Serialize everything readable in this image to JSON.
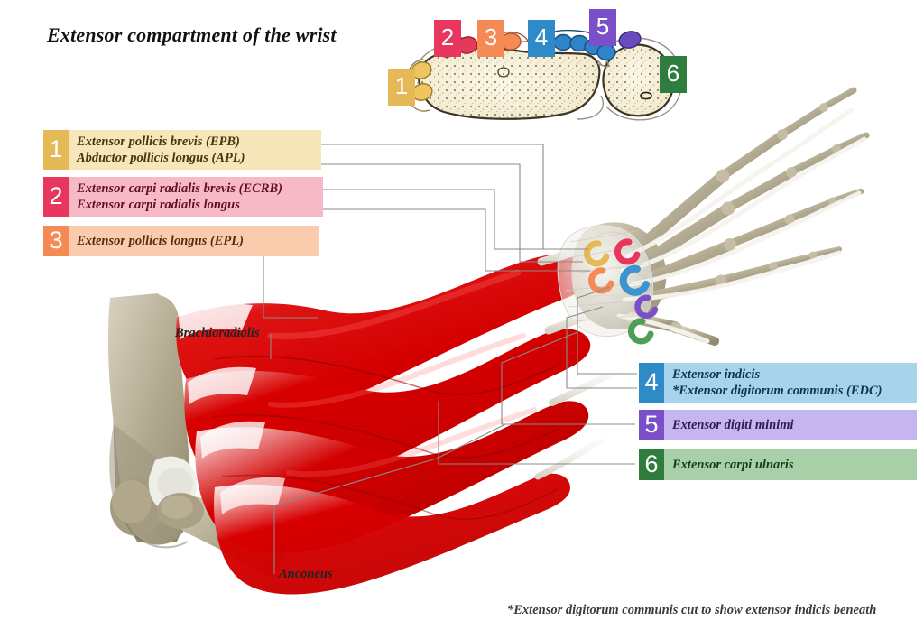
{
  "title": "Extensor compartment of the wrist",
  "footnote": "*Extensor digitorum communis cut to show extensor indicis beneath",
  "inline_labels": {
    "brachioradialis": "Brachioradialis",
    "anconeus": "Anconeus"
  },
  "colors": {
    "c1_swatch": "#E5B955",
    "c1_body": "#F6E6B9",
    "c1_text": "#4A3410",
    "c2_swatch": "#E8365F",
    "c2_body": "#F8B9C6",
    "c2_text": "#5E1020",
    "c3_swatch": "#F58A55",
    "c3_body": "#FBCBAE",
    "c3_text": "#5A2A10",
    "c4_swatch": "#2E8BC8",
    "c4_body": "#A7D3EC",
    "c4_text": "#0E3552",
    "c5_swatch": "#7B4FC9",
    "c5_body": "#C5B6F0",
    "c5_text": "#2B1B56",
    "c6_swatch": "#2E7D3E",
    "c6_body": "#A9CFA8",
    "c6_text": "#123E18",
    "muscle_red": "#D40000",
    "bone_tan": "#A89F84",
    "bone_cream": "#F6EFD8",
    "leader_gray": "#8A8A8A",
    "title_black": "#111111"
  },
  "legend": [
    {
      "number": "1",
      "lines": [
        "Extensor pollicis brevis (EPB)",
        "Abductor pollicis longus (APL)"
      ]
    },
    {
      "number": "2",
      "lines": [
        "Extensor carpi radialis brevis (ECRB)",
        "Extensor carpi radialis longus"
      ]
    },
    {
      "number": "3",
      "lines": [
        "Extensor pollicis longus (EPL)"
      ]
    },
    {
      "number": "4",
      "lines": [
        "Extensor indicis",
        "*Extensor digitorum communis (EDC)"
      ]
    },
    {
      "number": "5",
      "lines": [
        "Extensor digiti minimi"
      ]
    },
    {
      "number": "6",
      "lines": [
        "Extensor carpi ulnaris"
      ]
    }
  ],
  "cross_section": {
    "caption_numbers": [
      "1",
      "2",
      "3",
      "4",
      "5",
      "6"
    ],
    "bones": [
      "radius",
      "ulna"
    ],
    "tendon_groups": [
      {
        "number": "1",
        "count": 2,
        "color": "#E5B955"
      },
      {
        "number": "2",
        "count": 2,
        "color": "#E8365F"
      },
      {
        "number": "3",
        "count": 1,
        "color": "#F58A55"
      },
      {
        "number": "4",
        "count": 5,
        "color": "#2E8BC8"
      },
      {
        "number": "5",
        "count": 1,
        "color": "#7B4FC9"
      },
      {
        "number": "6",
        "count": 1,
        "color": "#2E7D3E"
      }
    ]
  }
}
